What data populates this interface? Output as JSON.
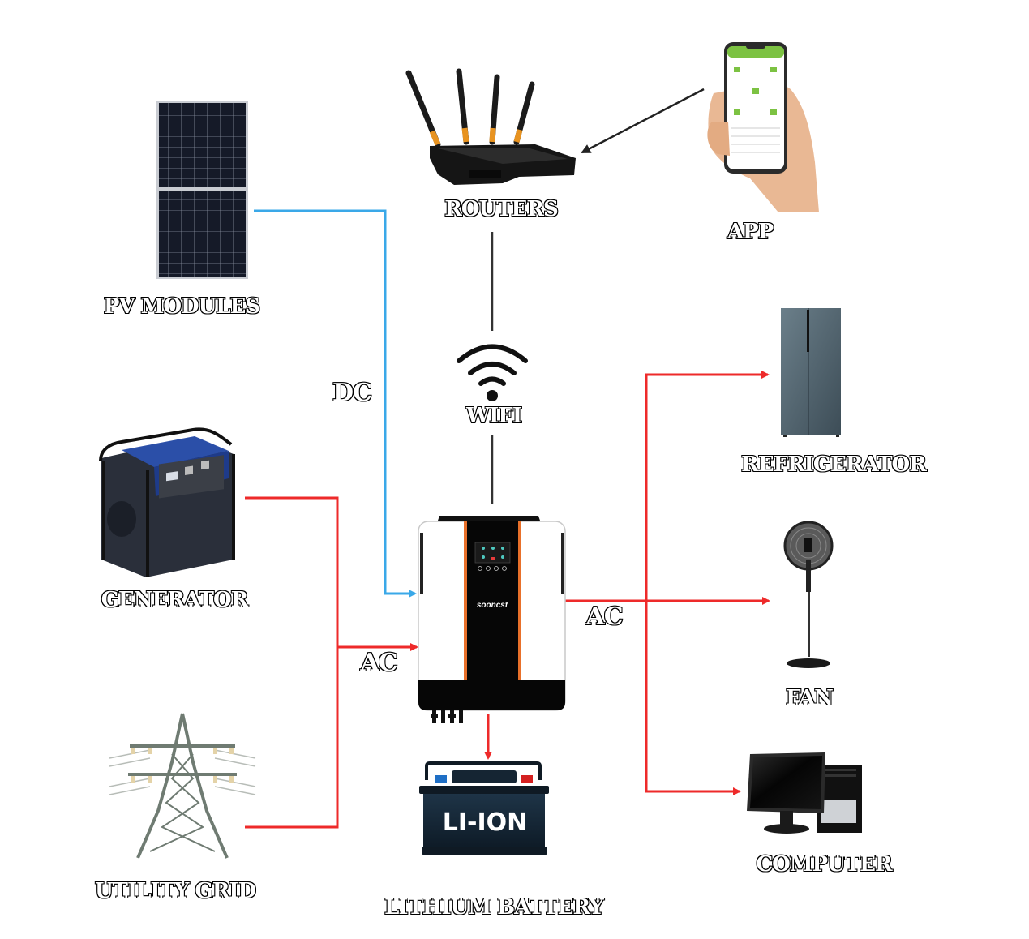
{
  "diagram": {
    "type": "solar inverter system wiring diagram",
    "colors": {
      "dc_line": "#3aa8e8",
      "ac_line": "#ee2a2a",
      "data_line": "#333333",
      "inverter_accent": "#e8702a",
      "background": "#ffffff"
    },
    "nodes": {
      "pv": {
        "label": "PV MODULES",
        "icon": "solar-panel-icon"
      },
      "router": {
        "label": "ROUTERS",
        "icon": "router-icon"
      },
      "app": {
        "label": "APP",
        "icon": "smartphone-app-icon"
      },
      "wifi": {
        "label": "WIFI",
        "icon": "wifi-icon"
      },
      "generator": {
        "label": "GENERATOR",
        "icon": "generator-icon"
      },
      "grid": {
        "label": "UTILITY GRID",
        "icon": "power-tower-icon"
      },
      "inverter": {
        "brand": "sooncst",
        "icon": "inverter-icon"
      },
      "battery": {
        "label": "LITHIUM BATTERY",
        "badge": "LI-ION",
        "icon": "battery-icon"
      },
      "refrigerator": {
        "label": "REFRIGERATOR",
        "icon": "refrigerator-icon"
      },
      "fan": {
        "label": "FAN",
        "icon": "fan-icon"
      },
      "computer": {
        "label": "COMPUTER",
        "icon": "computer-icon"
      }
    },
    "connections": [
      {
        "from": "pv",
        "to": "inverter",
        "type": "DC",
        "label": "DC"
      },
      {
        "from": "generator",
        "to": "inverter",
        "type": "AC",
        "label": "AC"
      },
      {
        "from": "grid",
        "to": "inverter",
        "type": "AC",
        "label": "AC"
      },
      {
        "from": "inverter",
        "to": "refrigerator",
        "type": "AC",
        "label": "AC"
      },
      {
        "from": "inverter",
        "to": "fan",
        "type": "AC",
        "label": "AC"
      },
      {
        "from": "inverter",
        "to": "computer",
        "type": "AC",
        "label": "AC"
      },
      {
        "from": "inverter",
        "to": "battery",
        "type": "DC"
      },
      {
        "from": "inverter",
        "to": "router",
        "type": "WIFI"
      },
      {
        "from": "app",
        "to": "router",
        "type": "data"
      }
    ],
    "connection_labels": {
      "dc": "DC",
      "ac_in": "AC",
      "ac_out": "AC"
    }
  }
}
